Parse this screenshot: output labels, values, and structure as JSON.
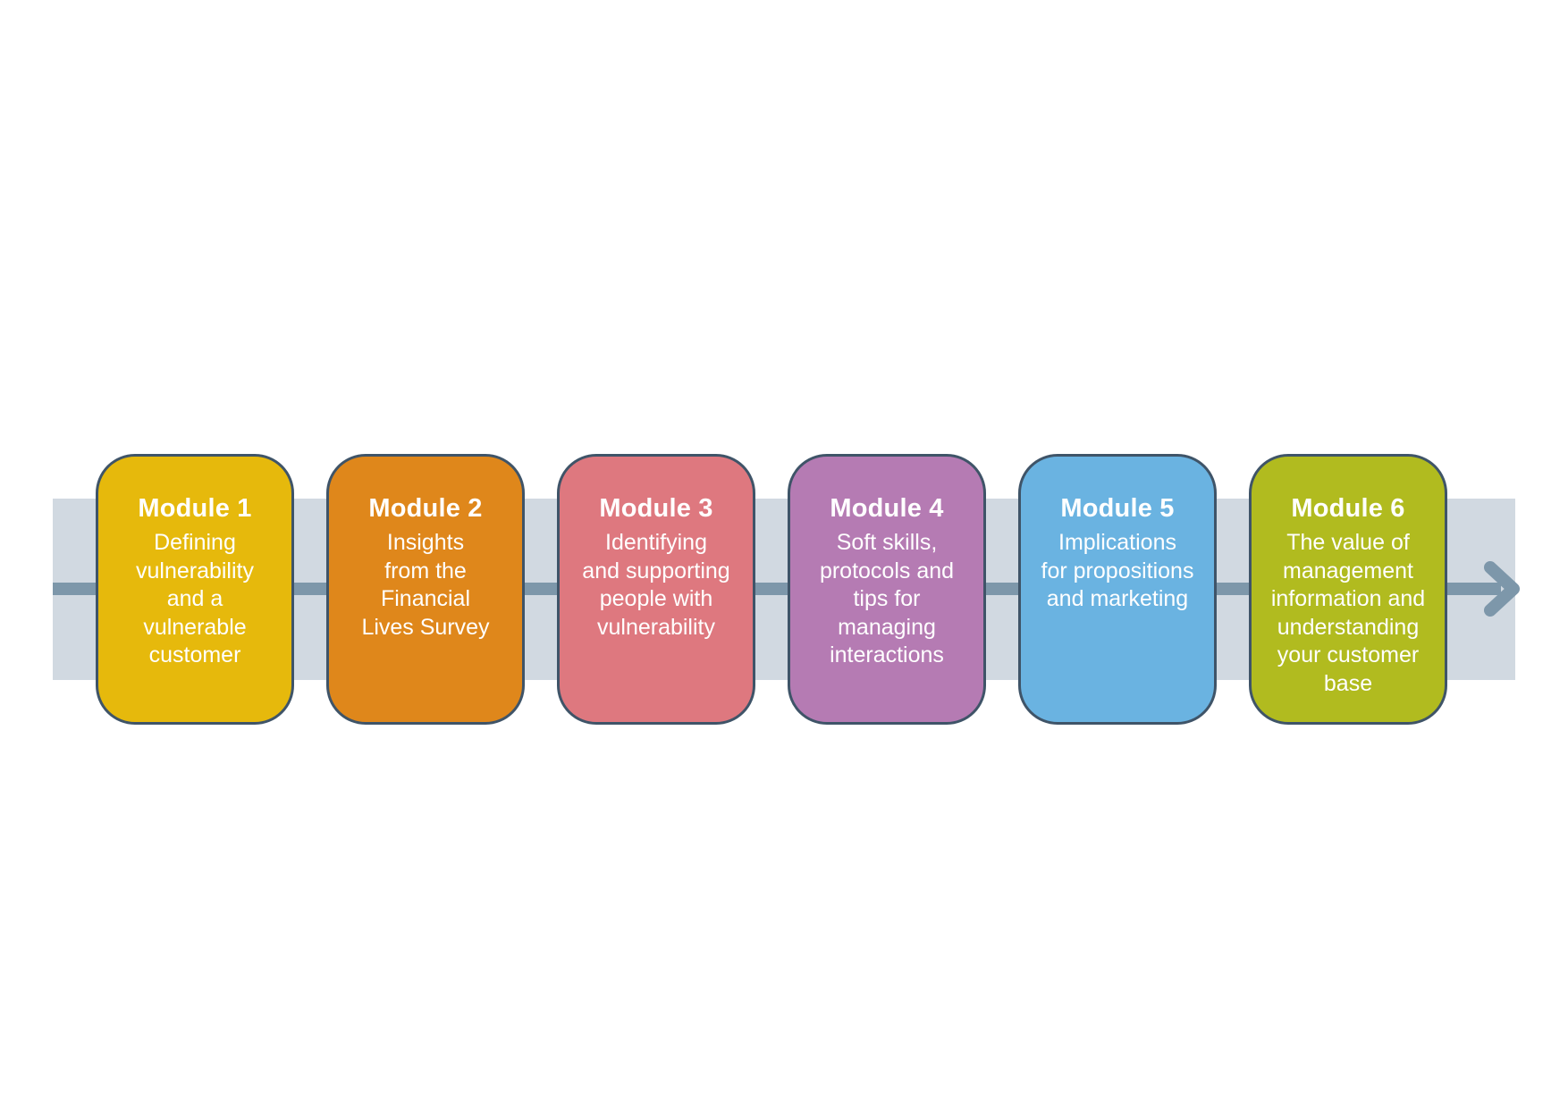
{
  "modules": [
    {
      "title": "Module 1",
      "description": "Defining\nvulnerability\nand a\nvulnerable\ncustomer",
      "color": "#e6b90c"
    },
    {
      "title": "Module 2",
      "description": "Insights\nfrom the\nFinancial\nLives Survey",
      "color": "#df871b"
    },
    {
      "title": "Module 3",
      "description": "Identifying\nand supporting\npeople with\nvulnerability",
      "color": "#de787f"
    },
    {
      "title": "Module 4",
      "description": "Soft skills,\nprotocols and\ntips for\nmanaging\ninteractions",
      "color": "#b57bb3"
    },
    {
      "title": "Module 5",
      "description": "Implications\nfor propositions\nand marketing",
      "color": "#6ab3e1"
    },
    {
      "title": "Module 6",
      "description": "The value of\nmanagement\ninformation and\nunderstanding\nyour customer\nbase",
      "color": "#b1bb1f"
    }
  ],
  "colors": {
    "band": "#d1d9e1",
    "line": "#7d97aa",
    "border": "#3f5468"
  }
}
